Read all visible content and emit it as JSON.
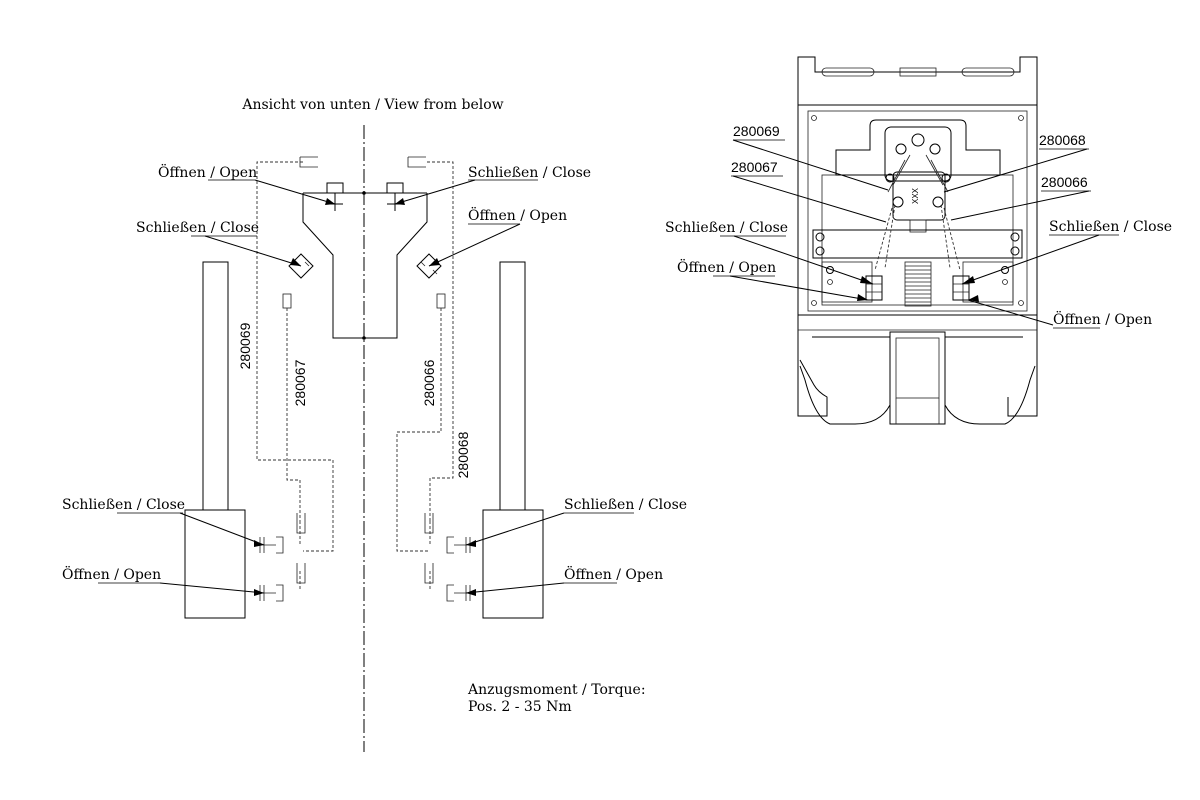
{
  "view_title": "Ansicht von unten / View from below",
  "labels": {
    "open": "Öffnen / Open",
    "close": "Schließen / Close"
  },
  "part_numbers": {
    "p280069": "280069",
    "p280067": "280067",
    "p280066": "280066",
    "p280068": "280068"
  },
  "torque": {
    "line1": "Anzugsmoment / Torque:",
    "line2": "Pos. 2 - 35 Nm"
  },
  "marking": "XXX"
}
